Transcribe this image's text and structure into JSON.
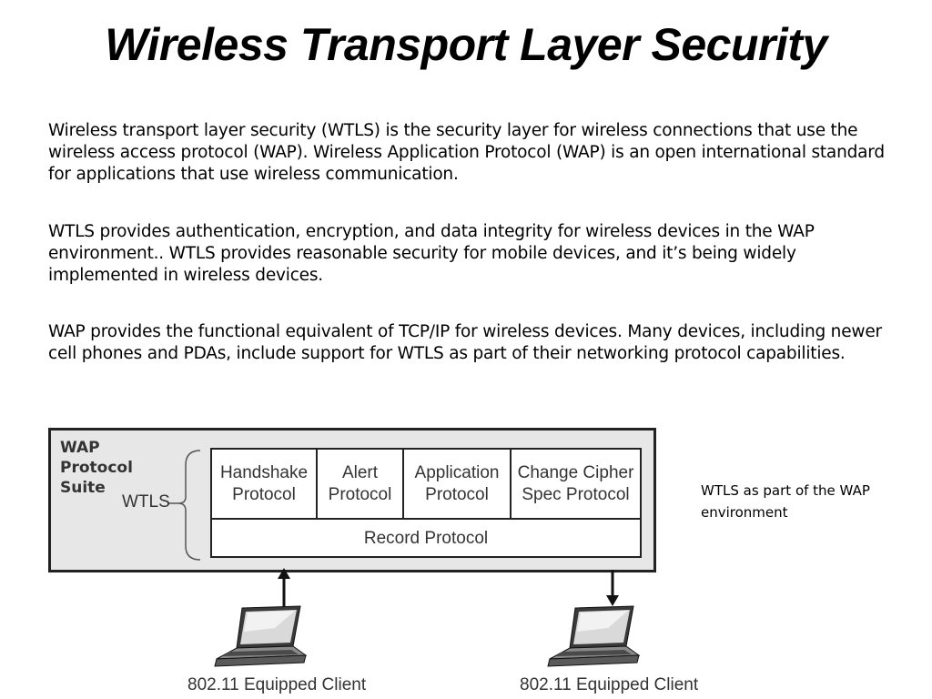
{
  "title": "Wireless Transport Layer Security",
  "paragraphs": [
    "Wireless transport layer security (WTLS) is the security layer for wireless connections that use the wireless access protocol (WAP).  Wireless Application Protocol (WAP)  is an open international standard for applications that use wireless communication.",
    "WTLS provides authentication, encryption, and data integrity for wireless devices in the WAP environment.. WTLS provides reasonable security for mobile devices, and  it’s being widely implemented in wireless devices.",
    "WAP provides the functional equivalent of TCP/IP for wireless devices. Many devices, including newer cell phones and PDAs, include support for WTLS as part of their networking protocol capabilities."
  ],
  "diagram": {
    "suite_label_lines": [
      "WAP",
      "Protocol",
      "Suite"
    ],
    "wtls_label": "WTLS",
    "protocols": [
      {
        "line1": "Handshake",
        "line2": "Protocol"
      },
      {
        "line1": "Alert",
        "line2": "Protocol"
      },
      {
        "line1": "Application",
        "line2": "Protocol"
      },
      {
        "line1": "Change Cipher",
        "line2": "Spec Protocol"
      }
    ],
    "record_protocol": "Record Protocol",
    "clients": [
      {
        "label": "802.11 Equipped Client",
        "arrow_direction": "up"
      },
      {
        "label": "802.11 Equipped Client",
        "arrow_direction": "down"
      }
    ],
    "caption": "WTLS as part of the WAP environment"
  }
}
